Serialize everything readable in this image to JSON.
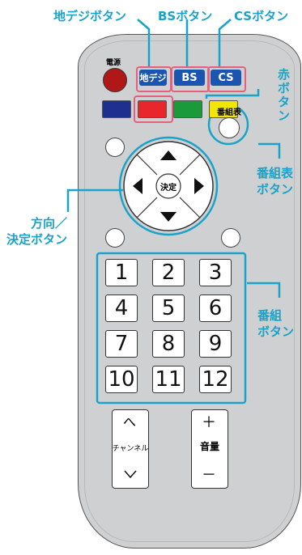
{
  "labels": {
    "terrestrial": "地デジボタン",
    "bs": "BSボタン",
    "cs": "CSボタン",
    "red": "赤\nボ\nタ\nン",
    "program_guide": "番組表\nボタン",
    "direction": "方向／\n決定ボタン",
    "channel_number": "番組\nボタン"
  },
  "remote": {
    "power_label": "電源",
    "terrestrial_btn": "地デジ",
    "bs_btn": "BS",
    "cs_btn": "CS",
    "guide_btn": "番組表",
    "enter_btn": "決定",
    "numbers": [
      "1",
      "2",
      "3",
      "4",
      "5",
      "6",
      "7",
      "8",
      "9",
      "10",
      "11",
      "12"
    ],
    "channel_label": "チャンネル",
    "volume_label": "音量",
    "up_glyph": "へ",
    "plus_glyph": "＋",
    "minus_glyph": "－"
  },
  "colors": {
    "accent": "#1aa3c8",
    "highlight": "#e6607d",
    "blue": "#1f2f8f",
    "red": "#e8262b",
    "green": "#1a9a3b",
    "yellow": "#f2e600",
    "power": "#b01818"
  }
}
